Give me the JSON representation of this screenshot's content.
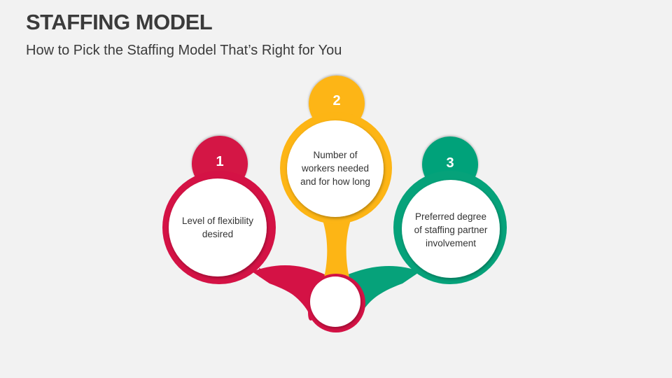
{
  "header": {
    "title": "STAFFING MODEL",
    "subtitle": "How to Pick the Staffing Model That’s Right for You"
  },
  "colors": {
    "background": "#f2f2f2",
    "red": "#d41245",
    "yellow": "#fdb515",
    "green": "#06a27a",
    "text": "#3b3b3b"
  },
  "items": [
    {
      "number": "1",
      "text_line1": "Level of flexibility",
      "text_line2": "desired",
      "text_line3": "",
      "color": "#d41245"
    },
    {
      "number": "2",
      "text_line1": "Number of",
      "text_line2": "workers needed",
      "text_line3": "and for how long",
      "color": "#fdb515"
    },
    {
      "number": "3",
      "text_line1": "Preferred degree",
      "text_line2": "of staffing partner",
      "text_line3": "involvement",
      "color": "#06a27a"
    }
  ]
}
